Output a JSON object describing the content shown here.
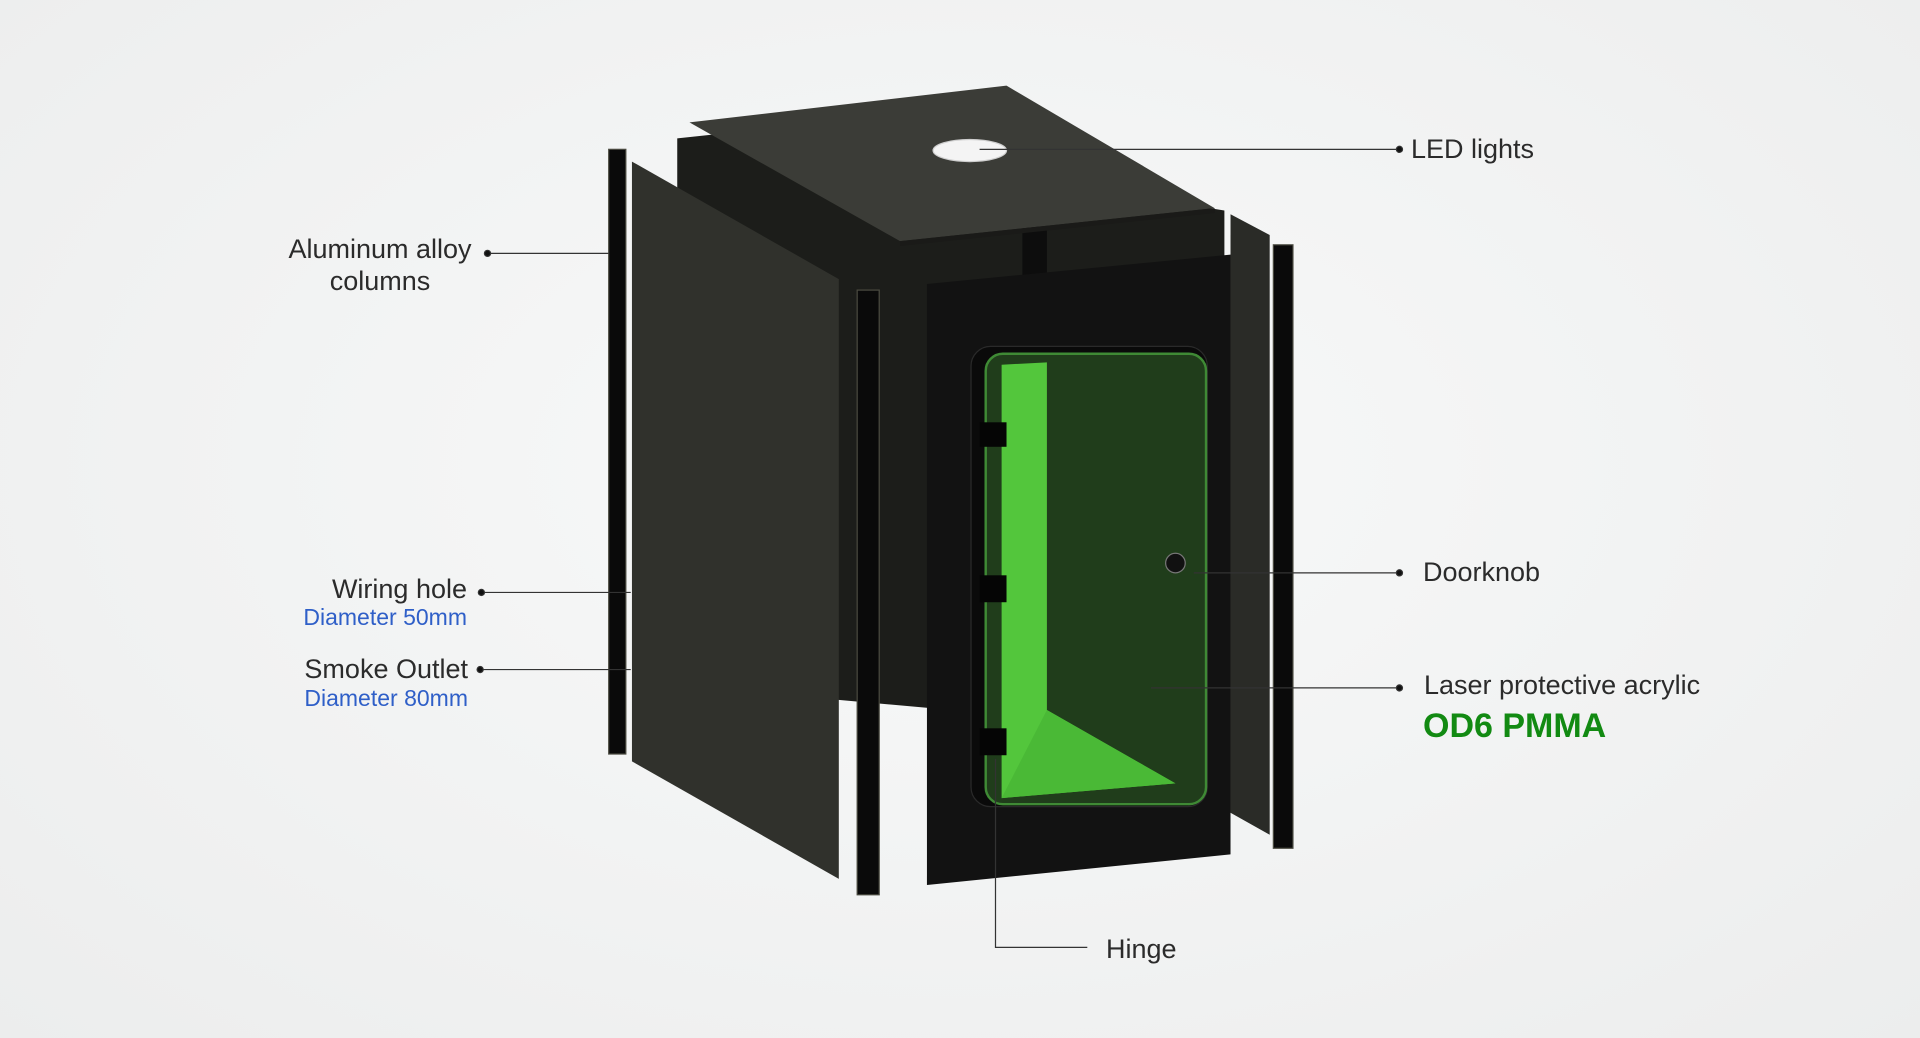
{
  "labels": {
    "aluminum_columns": {
      "line1": "Aluminum alloy",
      "line2": "columns"
    },
    "wiring_hole": {
      "title": "Wiring hole",
      "detail": "Diameter 50mm"
    },
    "smoke_outlet": {
      "title": "Smoke Outlet",
      "detail": "Diameter 80mm"
    },
    "led_lights": {
      "title": "LED lights"
    },
    "doorknob": {
      "title": "Doorknob"
    },
    "acrylic": {
      "title": "Laser protective acrylic",
      "highlight": "OD6 PMMA"
    },
    "hinge": {
      "title": "Hinge"
    }
  },
  "colors": {
    "detail_blue": "#2f5fc8",
    "highlight_green": "#128a12",
    "acrylic_green": "#53c63c",
    "panel_dark": "#2f302c"
  }
}
